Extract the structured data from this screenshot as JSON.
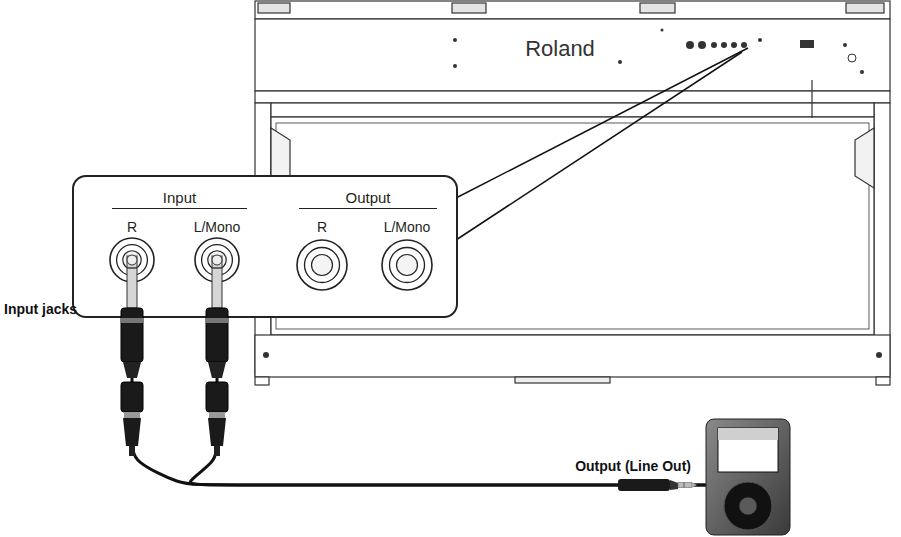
{
  "diagram": {
    "nodes": [
      {
        "text": [
          "Input",
          "Output"
        ]
      },
      {
        "text": [
          "R"
        ],
        "in": 0
      },
      {
        "text": [
          "L/Mono"
        ],
        "in": 0
      },
      {
        "text": [
          "R"
        ],
        "in": 0
      },
      {
        "text": [
          "L/Mono"
        ],
        "in": 0
      },
      {
        "text": [
          "Output (Line Out)"
        ]
      }
    ],
    "edges": [
      {
        "from": 5,
        "to": 1,
        "arrow": "none"
      },
      {
        "from": 5,
        "to": 2,
        "arrow": "none"
      }
    ],
    "labels": [
      "Roland",
      "Input jacks"
    ]
  }
}
